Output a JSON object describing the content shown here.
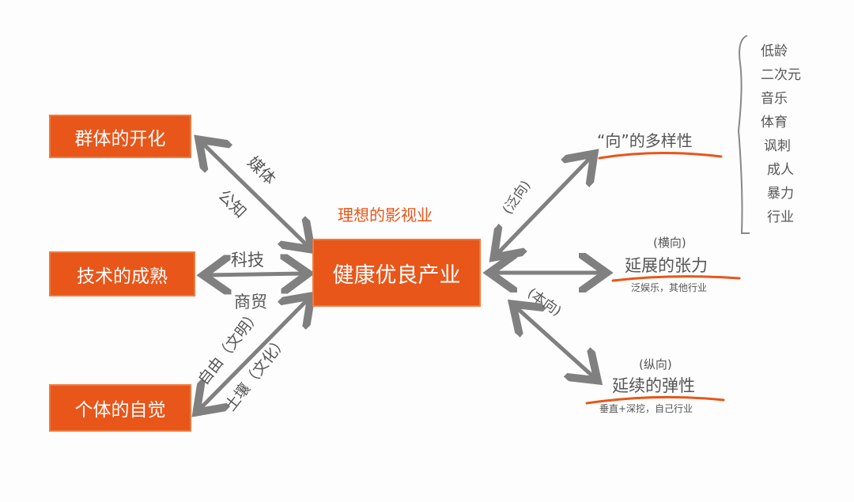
{
  "left_nodes": [
    "群体的开化",
    "技术的成熟",
    "个体的自觉"
  ],
  "center": {
    "title": "理想的影视业",
    "node": "健康优良产业"
  },
  "edge_labels": {
    "media": "媒体",
    "public": "公知",
    "tech": "科技",
    "trade": "商贸",
    "freedom": "自由（文明）",
    "soil": "土壤（文化）",
    "fan": "(泛向)",
    "ben": "(本向)"
  },
  "right": [
    {
      "title": "“向”的多样性"
    },
    {
      "tag": "(横向)",
      "title": "延展的张力",
      "sub": "泛娱乐，其他行业"
    },
    {
      "tag": "(纵向)",
      "title": "延续的弹性",
      "sub": "垂直+深挖，自己行业"
    }
  ],
  "list": [
    "低龄",
    "二次元",
    "音乐",
    "体育",
    "讽刺",
    "成人",
    "暴力",
    "行业"
  ],
  "colors": {
    "accent": "#e8561a",
    "arrow": "#808080"
  }
}
